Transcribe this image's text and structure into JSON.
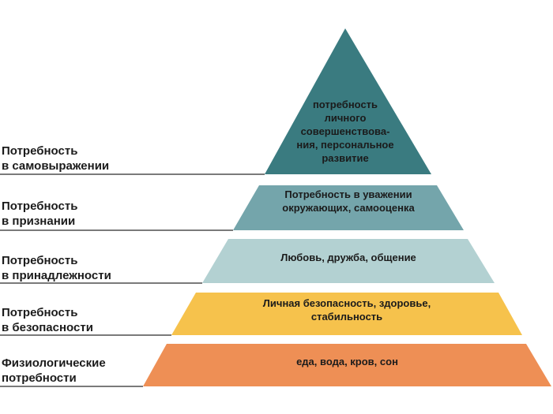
{
  "levels": [
    {
      "id": "self-actualization",
      "label": [
        "Потребность",
        "в самовыражении"
      ],
      "text": [
        "потребность",
        "личного",
        "совершенствова-",
        "ния, персональное",
        "развитие"
      ],
      "color": "#3a7b80"
    },
    {
      "id": "esteem",
      "label": [
        "Потребность",
        "в признании"
      ],
      "text": [
        "Потребность в уважении",
        "окружающих, самооценка"
      ],
      "color": "#74a5ab"
    },
    {
      "id": "belonging",
      "label": [
        "Потребность",
        "в принадлежности"
      ],
      "text": [
        "Любовь, дружба, общение"
      ],
      "color": "#b3d1d2"
    },
    {
      "id": "safety",
      "label": [
        "Потребность",
        "в безопасности"
      ],
      "text": [
        "Личная безопасность, здоровье,",
        "стабильность"
      ],
      "color": "#f6c24c"
    },
    {
      "id": "physiological",
      "label": [
        "Физиологические",
        "потребности"
      ],
      "text": [
        "еда, вода, кров, сон"
      ],
      "color": "#ee8f55"
    }
  ],
  "line_color": "#2a2a2a"
}
